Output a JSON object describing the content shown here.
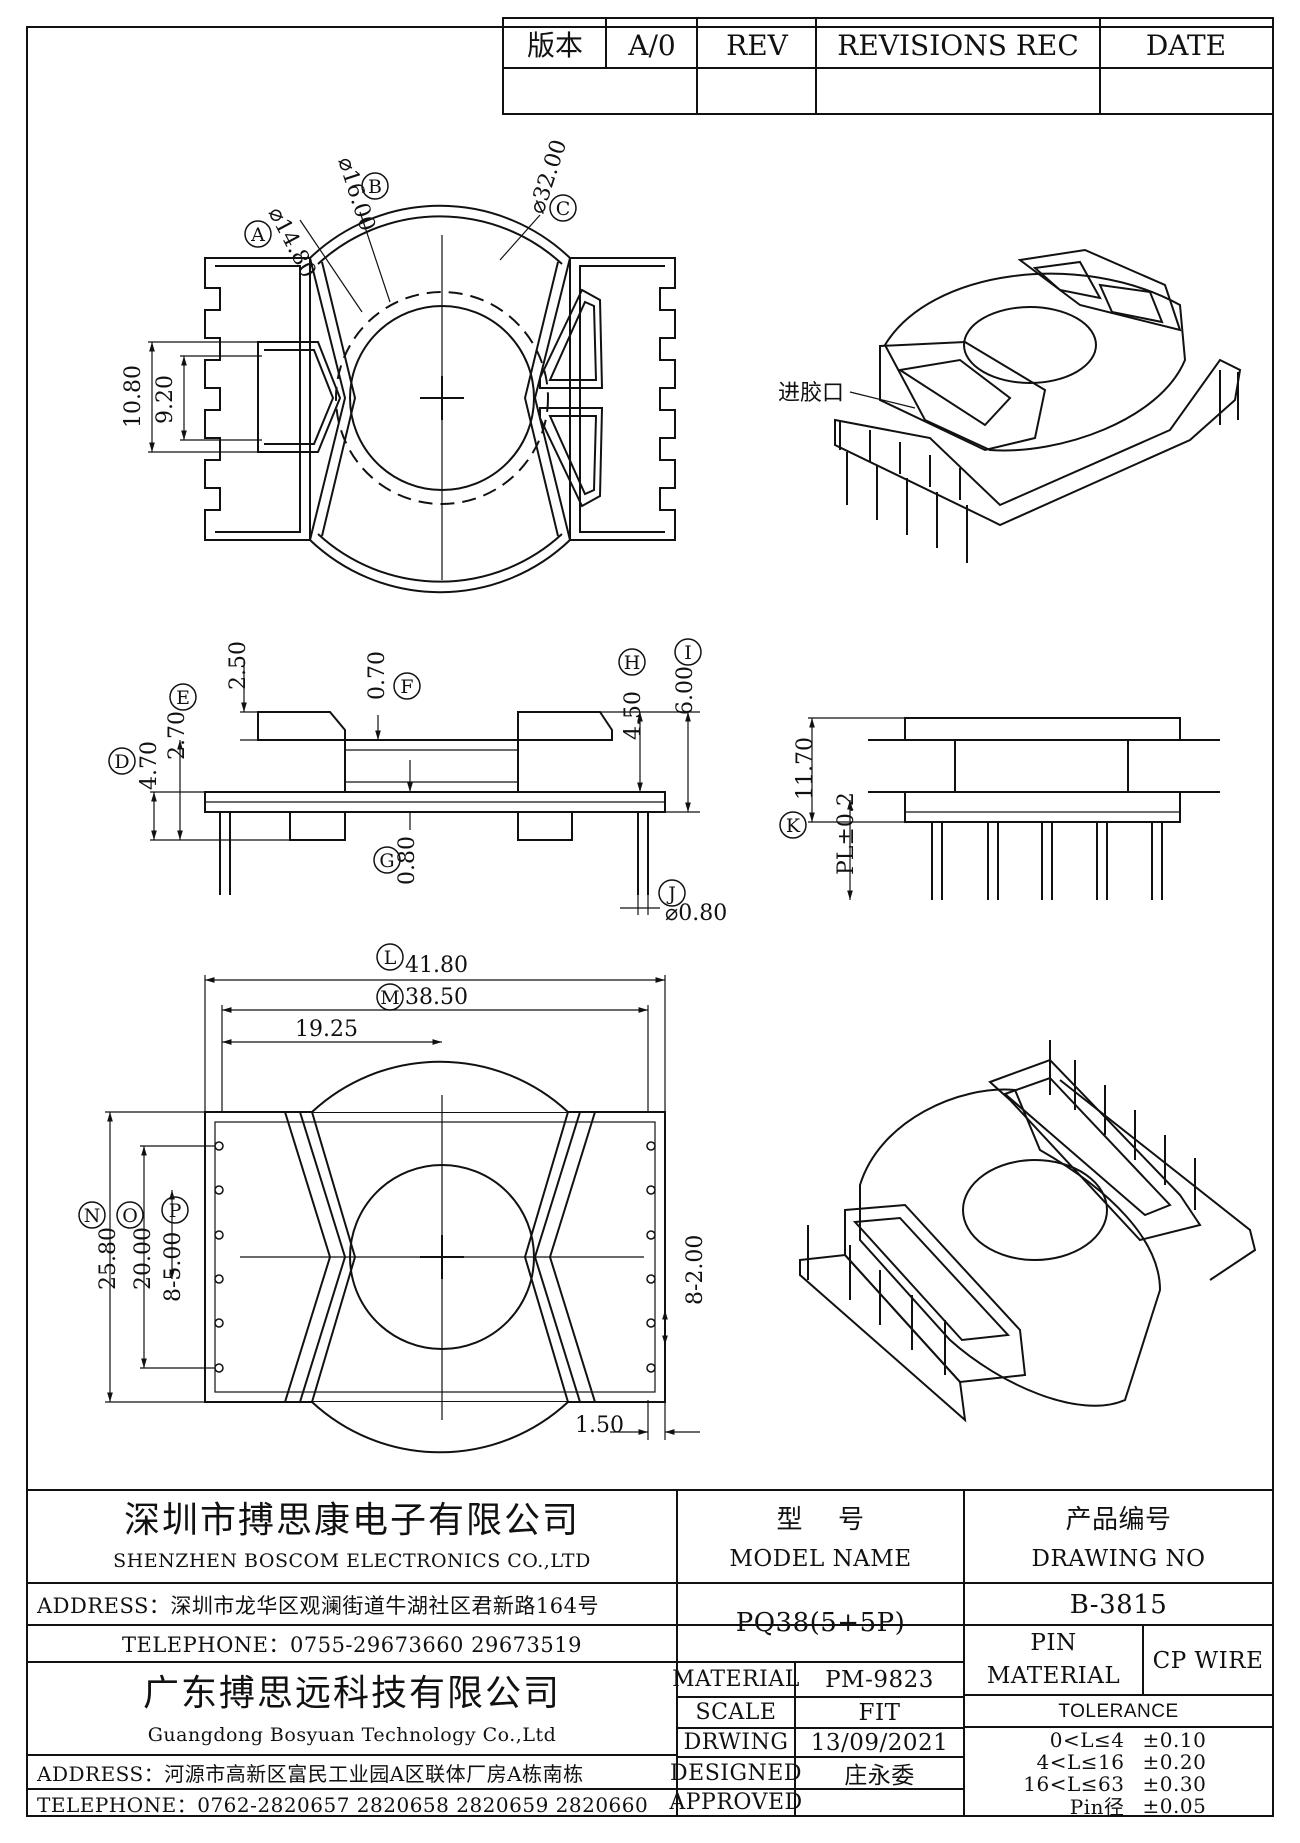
{
  "revision_table": {
    "version_label": "版本",
    "version_value": "A/0",
    "rev_header": "REV",
    "revisions_header": "REVISIONS REC",
    "date_header": "DATE"
  },
  "dimensions": {
    "top_view": {
      "d_a": "⌀14.80",
      "d_b": "⌀16.00",
      "d_c": "⌀32.00",
      "h_10_80": "10.80",
      "h_9_20": "9.20"
    },
    "side_view": {
      "v_2_50": "2.50",
      "v_0_70": "0.70",
      "v_4_70": "4.70",
      "v_2_70": "2.70",
      "v_4_50": "4.50",
      "v_6_00": "6.00",
      "v_0_80": "0.80",
      "pin_dia": "⌀0.80"
    },
    "end_view": {
      "v_11_70": "11.70",
      "pl": "PL±0.2"
    },
    "bottom_view": {
      "w_41_80": "41.80",
      "w_38_50": "38.50",
      "w_19_25": "19.25",
      "h_25_80": "25.80",
      "h_20_00": "20.00",
      "pitch_left": "8-5.00",
      "pitch_right": "8-2.00",
      "w_1_50": "1.50"
    },
    "callouts": [
      "A",
      "B",
      "C",
      "D",
      "E",
      "F",
      "G",
      "H",
      "I",
      "J",
      "K",
      "L",
      "M",
      "N",
      "O",
      "P"
    ],
    "gate_label": "进胶口"
  },
  "title_block": {
    "company_cn": "深圳市搏思康电子有限公司",
    "company_en": "SHENZHEN BOSCOM ELECTRONICS CO.,LTD",
    "address1": "ADDRESS：深圳市龙华区观澜街道牛湖社区君新路164号",
    "telephone1": "TELEPHONE：0755-29673660 29673519",
    "company2_cn": "广东搏思远科技有限公司",
    "company2_en": "Guangdong Bosyuan Technology Co.,Ltd",
    "address2": "ADDRESS：河源市高新区富民工业园A区联体厂房A栋南栋",
    "telephone2": "TELEPHONE：0762-2820657 2820658 2820659 2820660",
    "model_cn": "型    号",
    "model_en": "MODEL NAME",
    "model_value": "PQ38(5+5P)",
    "drawing_cn": "产品编号",
    "drawing_en": "DRAWING NO",
    "drawing_value": "B-3815",
    "material_label": "MATERIAL",
    "material_value": "PM-9823",
    "scale_label": "SCALE",
    "scale_value": "FIT",
    "drwing_label": "DRWING",
    "drwing_value": "13/09/2021",
    "designed_label": "DESIGNED",
    "designed_value": "庄永委",
    "approved_label": "APPROVED",
    "approved_value": "",
    "pin_material_label_1": "PIN",
    "pin_material_label_2": "MATERIAL",
    "pin_material_value": "CP WIRE",
    "tolerance_label": "TOLERANCE",
    "tolerances": [
      {
        "range": "0<L≤4",
        "value": "±0.10"
      },
      {
        "range": "4<L≤16",
        "value": "±0.20"
      },
      {
        "range": "16<L≤63",
        "value": "±0.30"
      },
      {
        "range": "Pin径",
        "value": "±0.05"
      }
    ]
  }
}
